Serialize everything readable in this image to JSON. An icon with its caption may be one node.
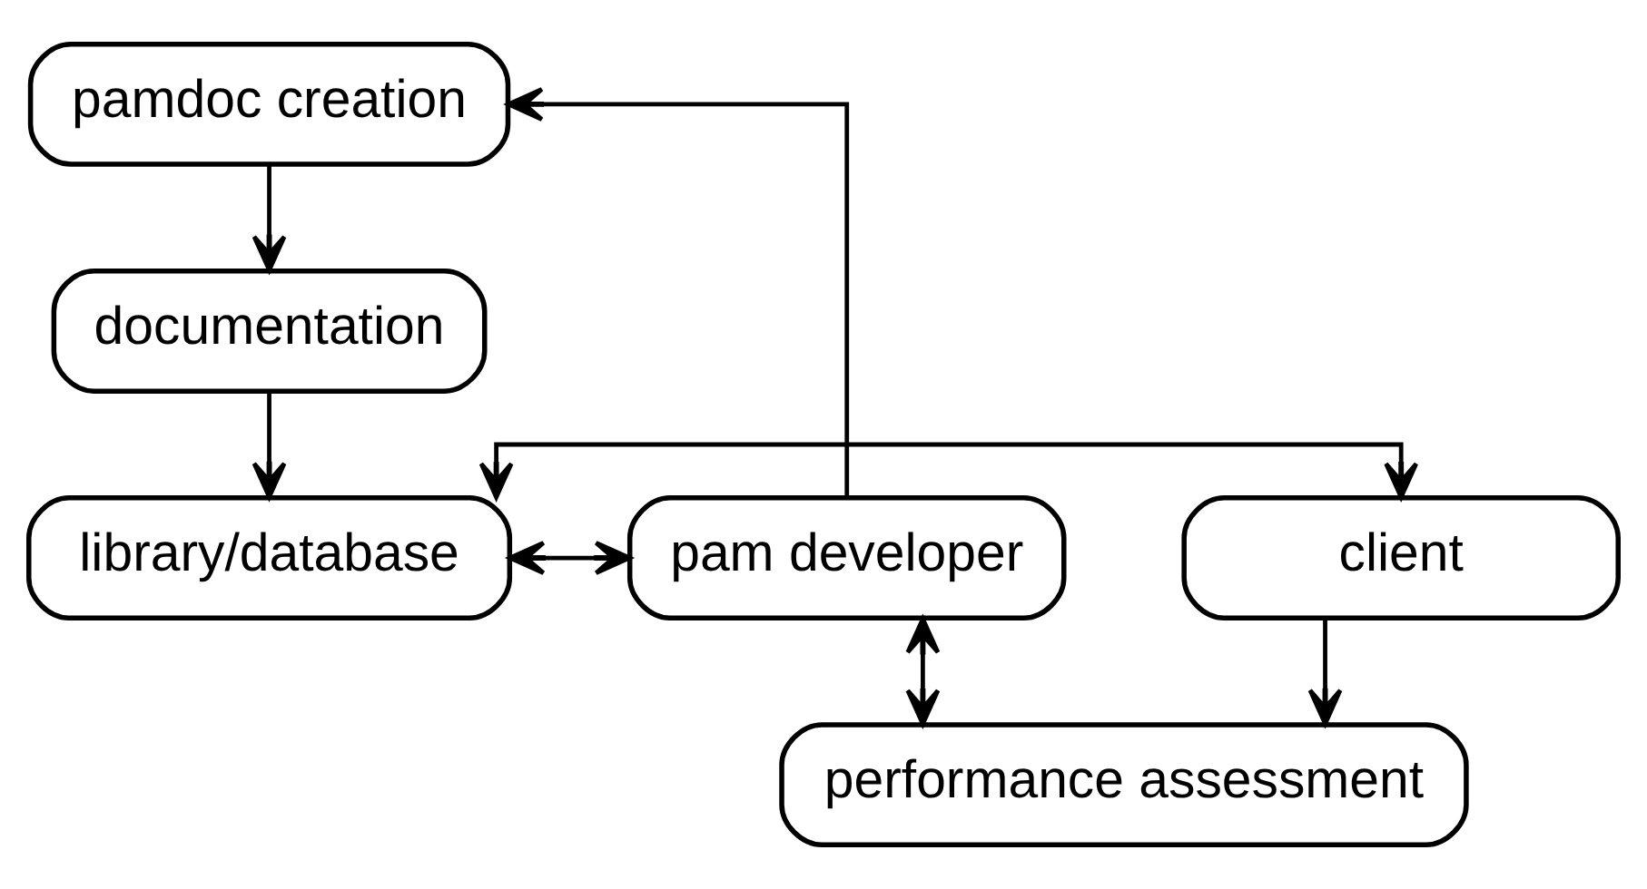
{
  "diagram": {
    "nodes": [
      {
        "text": [
          "pamdoc creation"
        ]
      },
      {
        "text": [
          "documentation"
        ]
      },
      {
        "text": [
          "client"
        ]
      },
      {
        "text": [
          "library/database"
        ]
      },
      {
        "text": [
          "pam developer"
        ]
      },
      {
        "text": [
          "performance assessment"
        ]
      }
    ],
    "edges": [
      {
        "from": 4,
        "to": 0,
        "arrow": "to"
      },
      {
        "from": 0,
        "to": 1,
        "arrow": "to"
      },
      {
        "from": 1,
        "to": 3,
        "arrow": "to"
      },
      {
        "from": 2,
        "to": 3,
        "arrow": "both"
      },
      {
        "from": 3,
        "to": 4,
        "arrow": "both"
      },
      {
        "from": 2,
        "to": 5,
        "arrow": "to"
      },
      {
        "from": 5,
        "to": 4,
        "arrow": "both"
      }
    ]
  }
}
